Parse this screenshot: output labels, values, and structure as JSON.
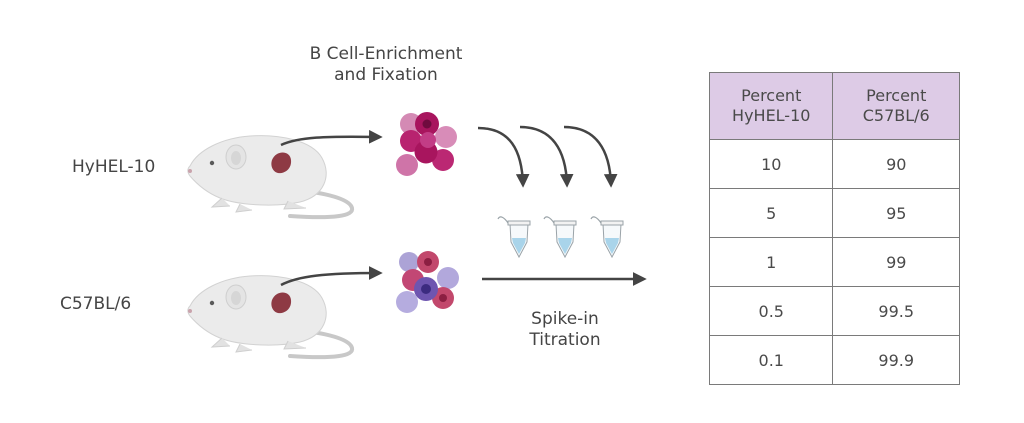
{
  "labels": {
    "enrichment_line1": "B Cell-Enrichment",
    "enrichment_line2": "and Fixation",
    "mouse_top": "HyHEL-10",
    "mouse_bottom": "C57BL/6",
    "spike_line1": "Spike-in",
    "spike_line2": "Titration"
  },
  "table": {
    "headers": [
      {
        "line1": "Percent",
        "line2": "HyHEL-10"
      },
      {
        "line1": "Percent",
        "line2": "C57BL/6"
      }
    ],
    "rows": [
      [
        "10",
        "90"
      ],
      [
        "5",
        "95"
      ],
      [
        "1",
        "99"
      ],
      [
        "0.5",
        "99.5"
      ],
      [
        "0.1",
        "99.9"
      ]
    ]
  },
  "colors": {
    "header_fill": "#ddcbe6",
    "mouse_body": "#ebebeb",
    "spleen": "#8e3a44",
    "arrow": "#444444",
    "tube_liquid": "#a9d4ea",
    "cell_magenta": "#a8155e",
    "cell_purple": "#6e55b0"
  },
  "icons": [
    "mouse-icon",
    "spleen-icon",
    "cell-cluster-icon",
    "curved-arrow-icon",
    "tube-icon",
    "straight-arrow-icon"
  ]
}
